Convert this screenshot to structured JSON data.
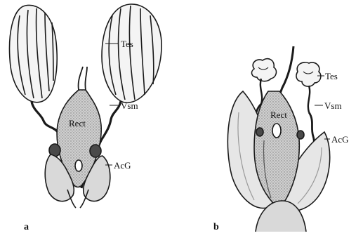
{
  "panel_a": {
    "letter": "a",
    "labels": {
      "testis": "Tes",
      "seminal_vesicle": "Vsm",
      "rectum": "Rect",
      "accessory_gland": "AcG"
    }
  },
  "panel_b": {
    "letter": "b",
    "labels": {
      "testis": "Tes",
      "seminal_vesicle": "Vsm",
      "rectum": "Rect",
      "accessory_gland": "AcG"
    }
  },
  "colors": {
    "ink": "#1a1a1a",
    "fill_light": "#f4f4f4",
    "fill_gray": "#d9d9d9",
    "fill_dark": "#9a9a9a"
  }
}
